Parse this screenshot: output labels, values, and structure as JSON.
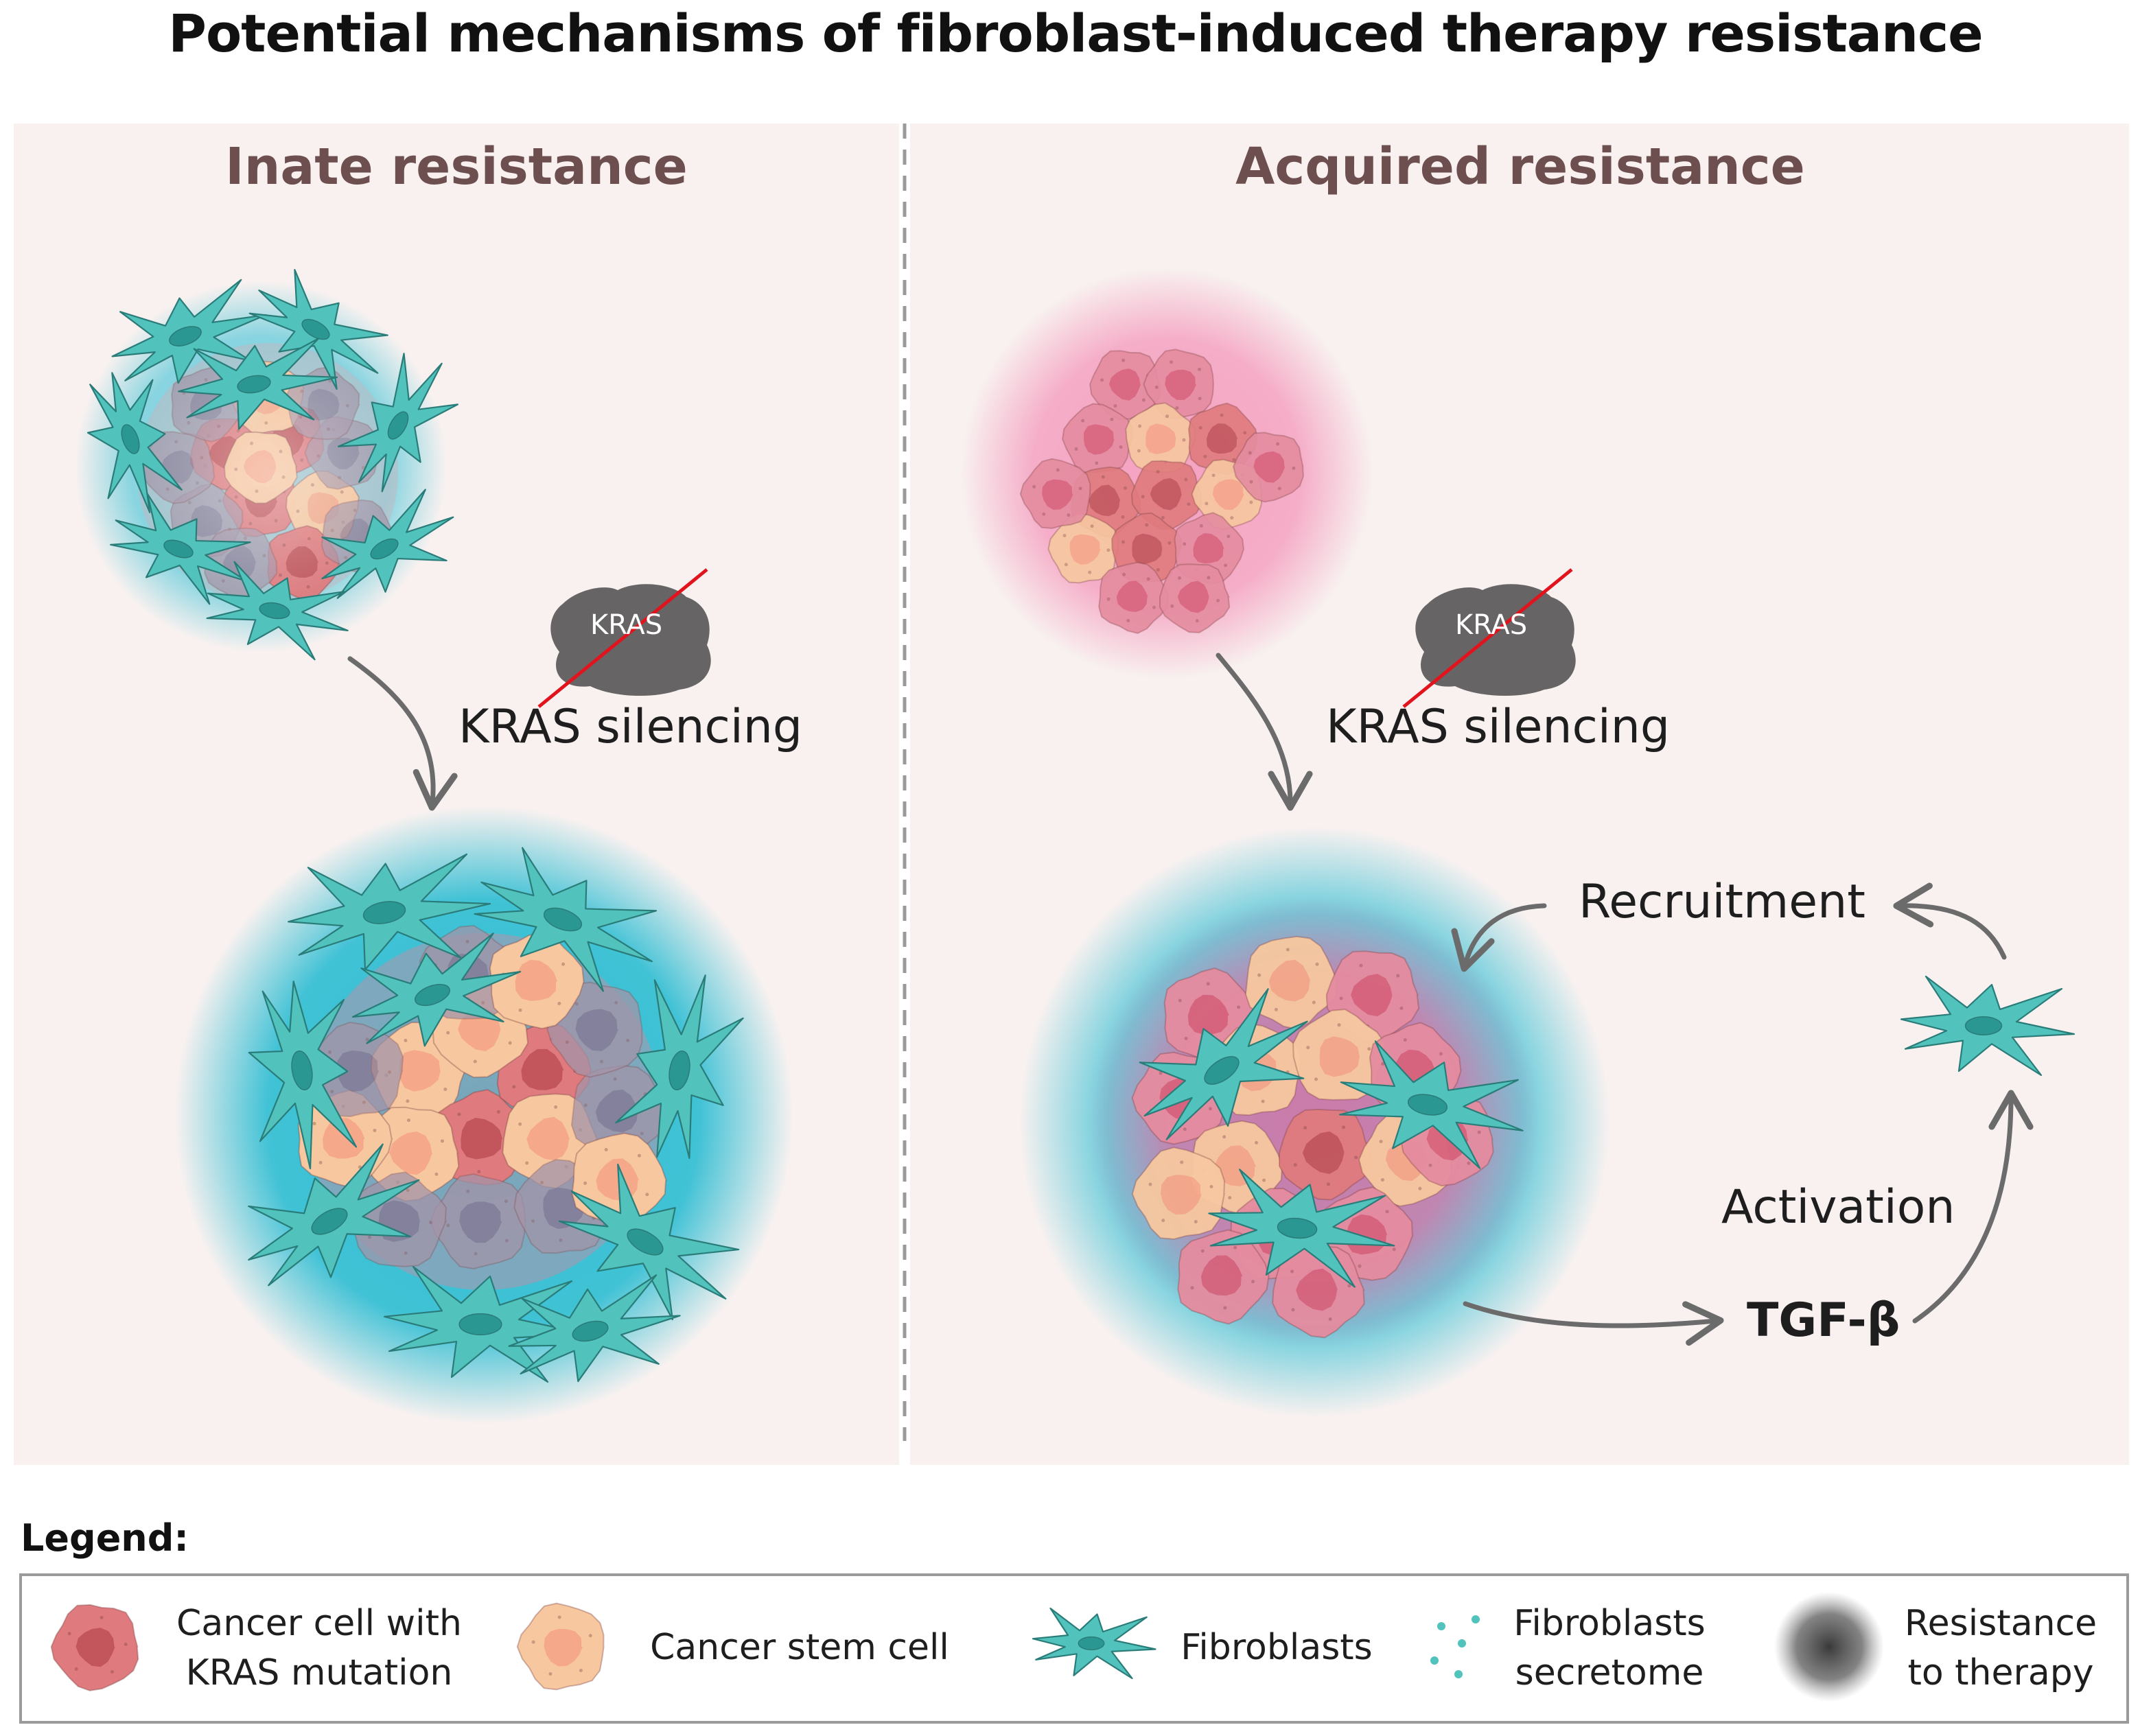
{
  "title": "Potential mechanisms of fibroblast-induced therapy resistance",
  "panels": {
    "innate": {
      "title": "Inate resistance",
      "kras_label": "KRAS",
      "silencing_label": "KRAS silencing"
    },
    "acquired": {
      "title": "Acquired resistance",
      "kras_label": "KRAS",
      "silencing_label": "KRAS silencing",
      "recruitment_label": "Recruitment",
      "activation_label": "Activation",
      "tgf_label": "TGF-β"
    }
  },
  "legend": {
    "title": "Legend:",
    "items": [
      {
        "icon": "kras-mutant-cancer-cell-icon",
        "line1": "Cancer cell with",
        "line2": "KRAS mutation"
      },
      {
        "icon": "cancer-stem-cell-icon",
        "line1": "Cancer stem cell",
        "line2": ""
      },
      {
        "icon": "fibroblast-icon",
        "line1": "Fibroblasts",
        "line2": ""
      },
      {
        "icon": "secretome-dots-icon",
        "line1": "Fibroblasts",
        "line2": "secretome"
      },
      {
        "icon": "resistance-glow-icon",
        "line1": "Resistance",
        "line2": "to therapy"
      }
    ]
  },
  "colors": {
    "panel_bg": "#f8f1f0",
    "title_brown": "#6e4f4f",
    "fibroblast": "#52c2bc",
    "fibroblast_dark": "#2a7c79",
    "fibroblast_nucleus": "#2a9792",
    "cancer_cell": "#df7b7e",
    "cancer_nucleus": "#c2565c",
    "stem_cell": "#f7c8a0",
    "stem_nucleus": "#f5a98a",
    "pink_cell": "#e58ca0",
    "teal_glow": "#16b7cf",
    "pink_glow": "#f2609a",
    "kras_rock": "#666464",
    "cross_line": "#e1141d",
    "arrow": "#6b6b6b"
  }
}
